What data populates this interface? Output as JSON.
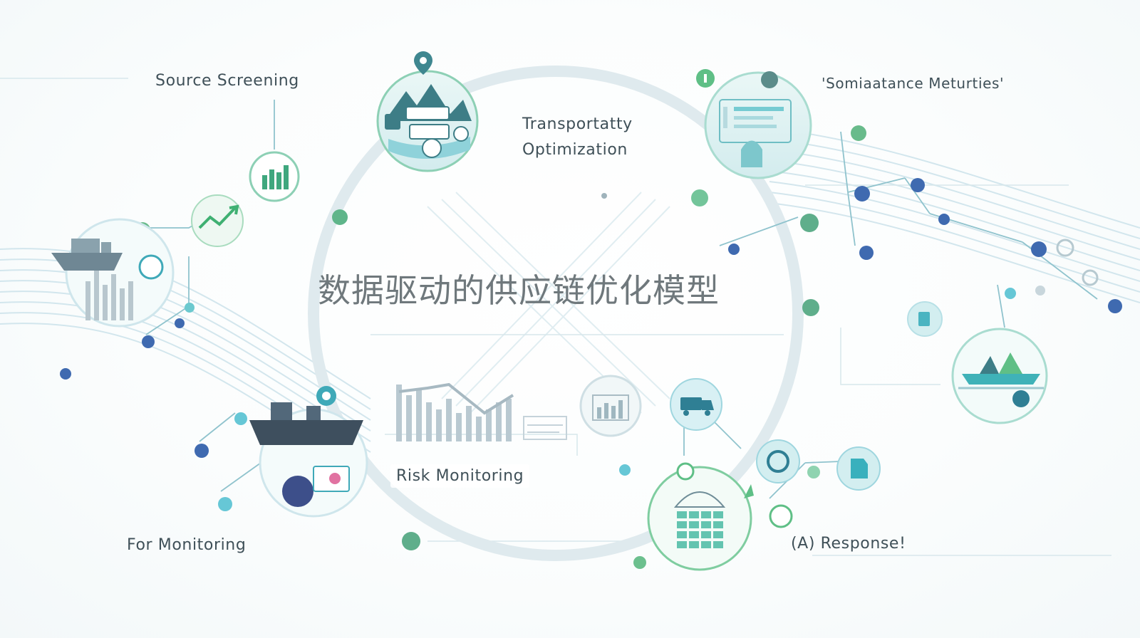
{
  "title": "数据驱动的供应链优化模型",
  "labels": {
    "source_screening": "Source Screening",
    "transport_line1": "Transportatty",
    "transport_line2": "Optimization",
    "somiaatance": "'Somiaatance Meturties'",
    "risk_monitoring": "Risk Monitoring",
    "for_monitoring": "For Monitoring",
    "response": "(A) Response!"
  },
  "colors": {
    "ring": "#dce8ec",
    "teal": "#3fa9b8",
    "green": "#5fbf86",
    "navy": "#2f66b8",
    "line": "#bcd9e4",
    "text": "#3f5058"
  },
  "icons": [
    "map-pin-icon",
    "mountain-dashboard-icon",
    "bar-chart-icon",
    "trend-arrow-icon",
    "ship-chart-icon",
    "factory-ship-icon",
    "report-gear-icon",
    "bar-chart-small-icon",
    "truck-icon",
    "warehouse-dome-icon",
    "headset-icon",
    "document-icon",
    "sailing-fleet-icon",
    "plane-icon"
  ]
}
